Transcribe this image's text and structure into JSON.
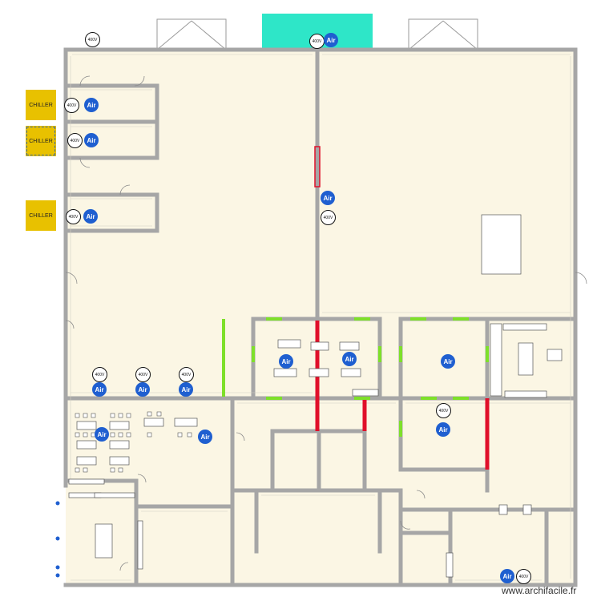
{
  "chillers": [
    {
      "label": "CHILLER",
      "selected": false
    },
    {
      "label": "CHILLER",
      "selected": true
    },
    {
      "label": "CHILLER",
      "selected": false
    }
  ],
  "air_label": "Air",
  "unit_label": "400V",
  "watermark": "www.archifacile.fr",
  "colors": {
    "floor": "#fbf6e4",
    "wall": "#a6a6a6",
    "canopy": "#2ee6c8",
    "red_partition": "#e0102a",
    "green_window": "#7ee02a",
    "chiller": "#e8c100",
    "air_marker": "#1f5fd0"
  }
}
